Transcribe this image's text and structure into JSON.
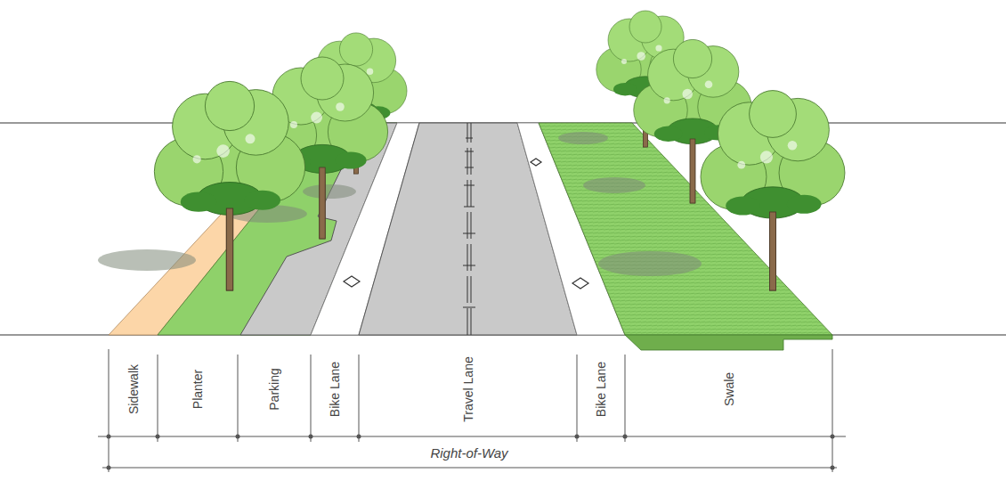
{
  "diagram": {
    "labels": [
      "Sidewalk",
      "Planter",
      "Parking",
      "Bike Lane",
      "Travel Lane",
      "Bike Lane",
      "Swale",
      "Right-of-Way"
    ]
  }
}
